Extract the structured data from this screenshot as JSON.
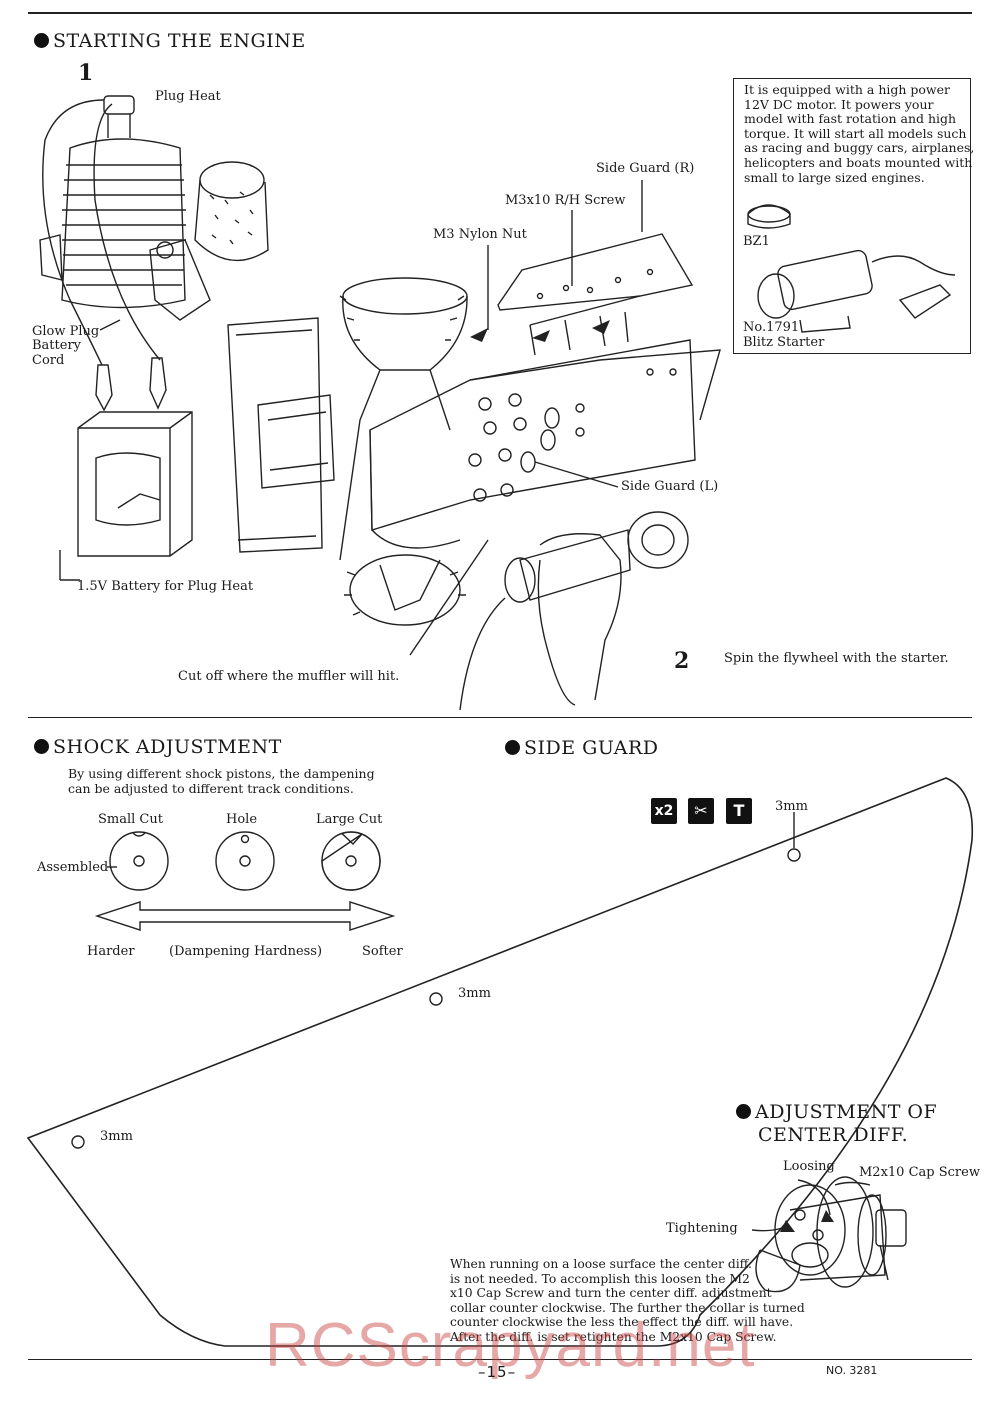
{
  "starting_engine": {
    "heading": "STARTING THE ENGINE",
    "step1": "1",
    "step2": "2",
    "labels": {
      "plug_heat": "Plug Heat",
      "side_guard_r": "Side Guard (R)",
      "m3x10_screw": "M3x10 R/H Screw",
      "m3_nylon_nut": "M3 Nylon Nut",
      "glow_plug_1": "Glow Plug",
      "glow_plug_2": "Battery",
      "glow_plug_3": "Cord",
      "side_guard_l": "Side Guard (L)",
      "battery": "1.5V Battery for Plug Heat",
      "cut_off": "Cut off where the muffler will hit.",
      "spin": "Spin the flywheel with the starter."
    },
    "info_box": {
      "lines": [
        "It is equipped with a high power",
        "12V DC motor. It powers your",
        "model with fast rotation and high",
        "torque. It will start all models such",
        "as racing and buggy cars, airplanes,",
        "helicopters and boats mounted with",
        "small to large sized engines."
      ],
      "bz1": "BZ1",
      "starter_no": "No.1791",
      "starter_name": "Blitz Starter"
    }
  },
  "shock": {
    "heading": "SHOCK ADJUSTMENT",
    "desc_1": "By using different shock pistons, the dampening",
    "desc_2": "can be adjusted to different track conditions.",
    "pistons": [
      "Small Cut",
      "Hole",
      "Large Cut"
    ],
    "assembled": "Assembled",
    "harder": "Harder",
    "middle": "(Dampening Hardness)",
    "softer": "Softer"
  },
  "side_guard": {
    "heading": "SIDE GUARD",
    "tool_count": "x2",
    "hole_label": "3mm"
  },
  "center_diff": {
    "heading_1": "ADJUSTMENT OF",
    "heading_2": "CENTER DIFF.",
    "loosing": "Loosing",
    "cap_screw": "M2x10 Cap Screw",
    "tightening": "Tightening",
    "text": [
      "When running on a loose surface the center diff.",
      "is not needed. To accomplish this loosen the M2",
      "x10 Cap Screw and turn the center diff. adjustment",
      "collar counter clockwise. The further the collar is turned",
      "counter clockwise the less the effect the diff. will have.",
      "After the diff. is set retighten the M2x10 Cap Screw."
    ]
  },
  "footer": {
    "page": "–15–",
    "doc_no": "NO. 3281",
    "watermark": "RCScrapyard.net"
  }
}
